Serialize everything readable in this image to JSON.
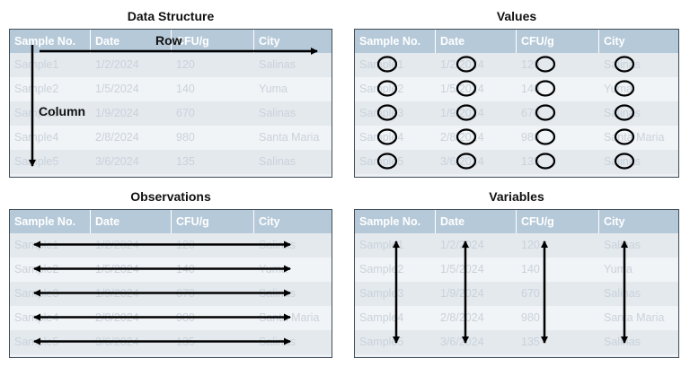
{
  "panels": {
    "data_structure": {
      "title": "Data Structure",
      "row_label": "Row",
      "column_label": "Column"
    },
    "values": {
      "title": "Values"
    },
    "observations": {
      "title": "Observations"
    },
    "variables": {
      "title": "Variables"
    }
  },
  "table": {
    "headers": [
      "Sample No.",
      "Date",
      "CFU/g",
      "City"
    ],
    "rows": [
      [
        "Sample1",
        "1/2/2024",
        "120",
        "Salinas"
      ],
      [
        "Sample2",
        "1/5/2024",
        "140",
        "Yuma"
      ],
      [
        "Sample3",
        "1/9/2024",
        "670",
        "Salinas"
      ],
      [
        "Sample4",
        "2/8/2024",
        "980",
        "Santa Maria"
      ],
      [
        "Sample5",
        "3/6/2024",
        "135",
        "Salinas"
      ]
    ]
  },
  "colors": {
    "header_bg": "#b6c9d8",
    "row_even": "#e4e9ee",
    "row_odd": "#f1f4f7",
    "faded_text": "#c9d2da",
    "border": "#3f4c58",
    "arrow": "#000000"
  }
}
